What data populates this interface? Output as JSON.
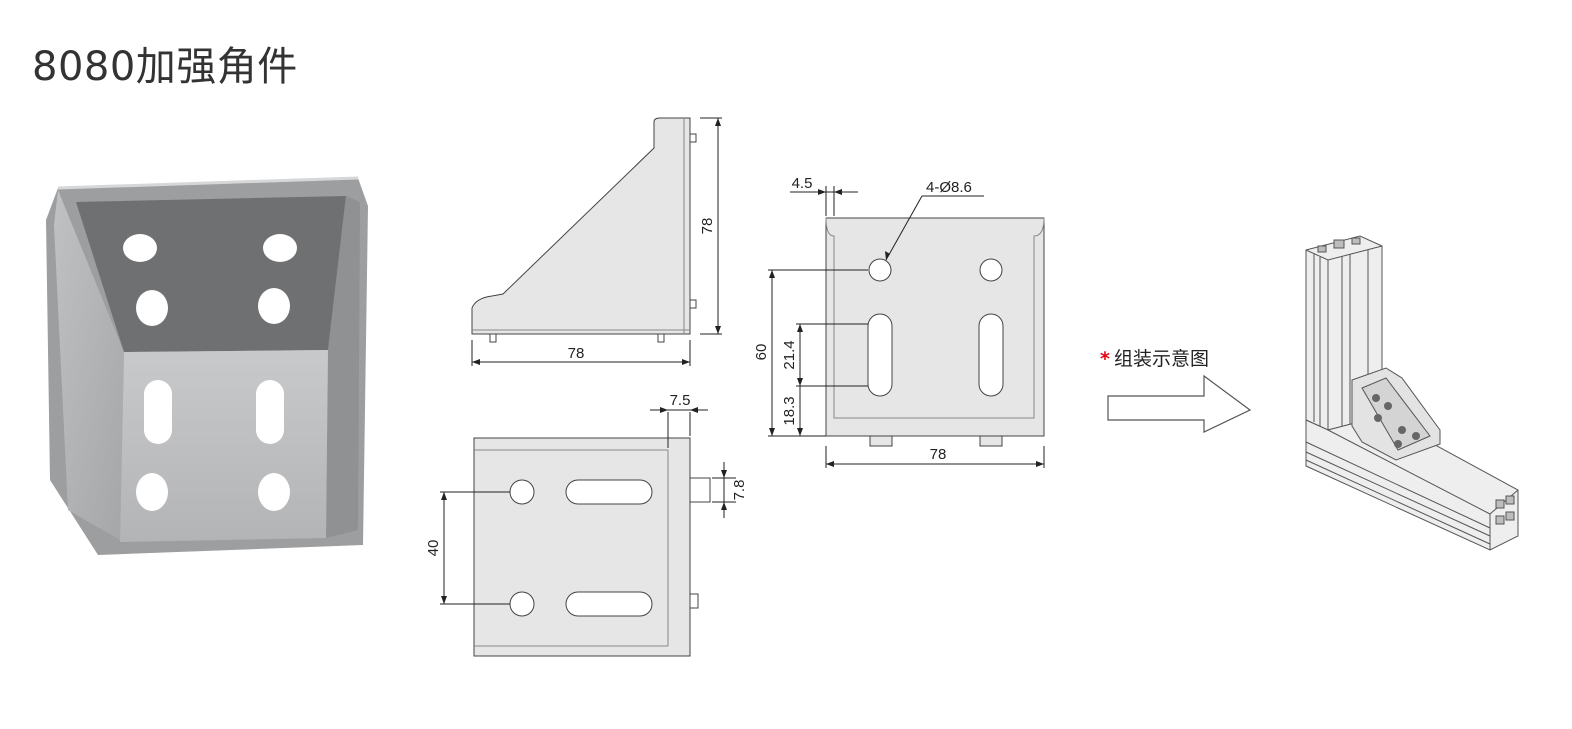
{
  "title": "8080加强角件",
  "dimensions": {
    "side_height": "78",
    "side_width": "78",
    "hole_spec": "4-Ø8.6",
    "edge_offset": "4.5",
    "front_height": "60",
    "slot_length": "21.4",
    "bottom_offset": "18.3",
    "front_width": "78",
    "top_offset": "7.5",
    "boss_height": "7.8",
    "hole_spacing": "40"
  },
  "caption": {
    "marker": "*",
    "text": "组装示意图"
  },
  "colors": {
    "part_fill": "#e6e6e6",
    "outline": "#444444",
    "dim_line": "#222222",
    "accent": "#e60012"
  }
}
